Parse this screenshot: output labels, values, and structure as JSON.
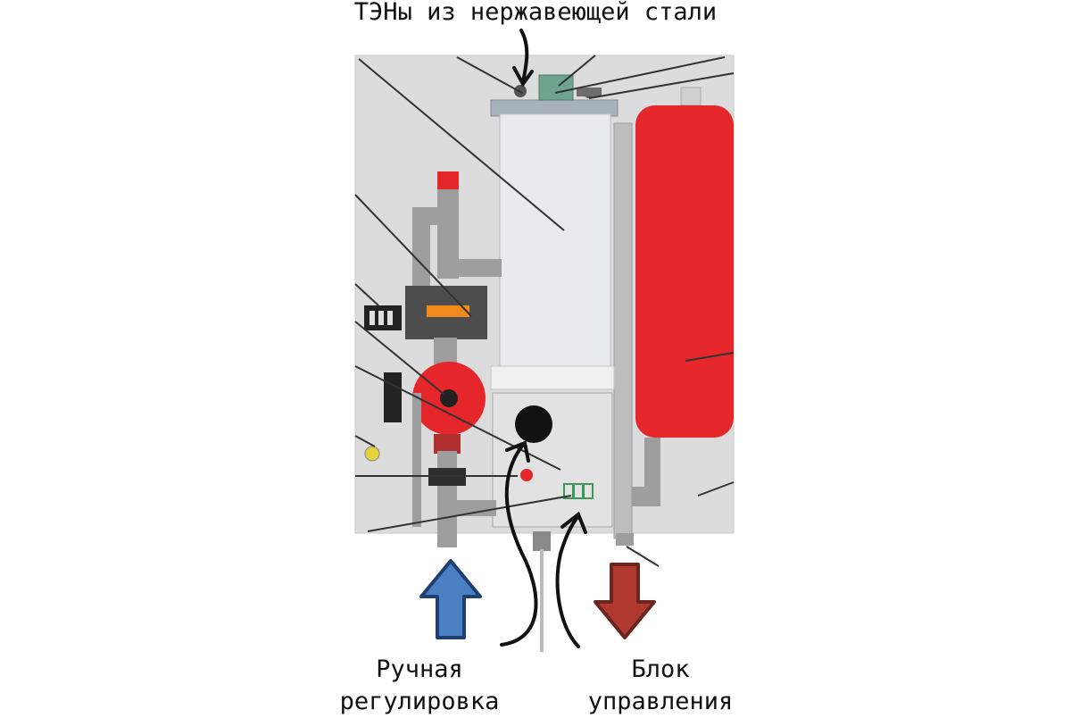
{
  "labels": {
    "heaters": "ТЭНы из нержавеющей стали",
    "manual_line1": "Ручная",
    "manual_line2": "регулировка",
    "control_line1": "Блок",
    "control_line2": "управления"
  },
  "colors": {
    "panel": "#dcdcdc",
    "tank": "#e8ebee",
    "expansion_vessel": "#e5262b",
    "pump": "#e5262b",
    "pipe": "#9e9e9e",
    "inlet_arrow": "#4a7fc1",
    "outlet_arrow": "#b03a32",
    "annotation_arrow": "#111111",
    "leader_line": "#333333"
  },
  "icons": {
    "inlet": "arrow-up-icon",
    "outlet": "arrow-down-icon",
    "knob": "knob-icon",
    "terminal": "terminal-block-icon"
  }
}
